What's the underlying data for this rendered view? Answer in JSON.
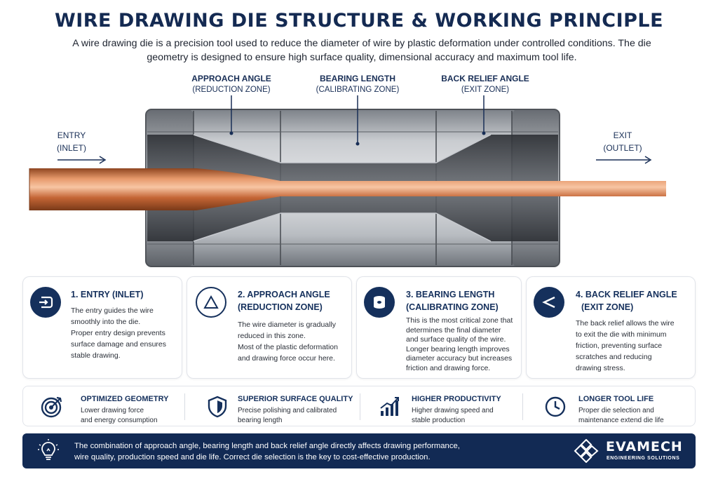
{
  "title": "WIRE DRAWING DIE STRUCTURE & WORKING PRINCIPLE",
  "subtitle": "A wire drawing die is a precision tool used to reduce the diameter of wire by plastic deformation under controlled conditions. The die geometry is designed to ensure high surface quality, dimensional accuracy and maximum tool life.",
  "zones": [
    {
      "label": "APPROACH ANGLE",
      "sub": "(REDUCTION ZONE)"
    },
    {
      "label": "BEARING LENGTH",
      "sub": "(CALIBRATING ZONE)"
    },
    {
      "label": "BACK RELIEF ANGLE",
      "sub": "(EXIT ZONE)"
    }
  ],
  "entry": {
    "label": "ENTRY",
    "sub": "(INLET)"
  },
  "exit": {
    "label": "EXIT",
    "sub": "(OUTLET)"
  },
  "cards": [
    {
      "icon": "entry-icon",
      "title1": "1. ENTRY (INLET)",
      "title2": "",
      "text": [
        "The entry guides the wire",
        "smoothly into the die.",
        "Proper entry design prevents",
        "surface damage and ensures",
        "stable drawing."
      ]
    },
    {
      "icon": "triangle-icon",
      "title1": "2. APPROACH ANGLE",
      "title2": "(REDUCTION ZONE)",
      "text": [
        "The wire diameter is gradually",
        "reduced in this zone.",
        "Most of the plastic deformation",
        "and drawing force occur here."
      ]
    },
    {
      "icon": "cylinder-icon",
      "title1": "3. BEARING LENGTH",
      "title2": "(CALIBRATING ZONE)",
      "text": [
        "This is the most critical zone that",
        "determines the final diameter",
        "and surface quality of the wire.",
        "Longer bearing length improves",
        "diameter accuracy but increases",
        "friction and drawing force."
      ]
    },
    {
      "icon": "angle-icon",
      "title1": "4. BACK RELIEF ANGLE",
      "title2": "(EXIT ZONE)",
      "text": [
        "The back relief allows the wire",
        "to exit the die with minimum",
        "friction, preventing surface",
        "scratches and reducing",
        "drawing stress."
      ]
    }
  ],
  "features": [
    {
      "icon": "target-icon",
      "title": "OPTIMIZED GEOMETRY",
      "text": [
        "Lower drawing force",
        "and energy consumption"
      ]
    },
    {
      "icon": "shield-icon",
      "title": "SUPERIOR SURFACE QUALITY",
      "text": [
        "Precise polishing and calibrated",
        "bearing length"
      ]
    },
    {
      "icon": "growth-chart-icon",
      "title": "HIGHER PRODUCTIVITY",
      "text": [
        "Higher drawing speed and",
        "stable production"
      ]
    },
    {
      "icon": "clock-icon",
      "title": "LONGER TOOL LIFE",
      "text": [
        "Proper die selection and",
        "maintenance extend die life"
      ]
    }
  ],
  "footer": {
    "lines": [
      "The combination of approach angle, bearing length and back relief angle directly affects drawing performance,",
      "wire quality, production speed and die life. Correct die selection is the key to cost-effective production."
    ],
    "brand": "EVAMECH",
    "tagline": "ENGINEERING SOLUTIONS"
  },
  "colors": {
    "navy": "#15305c",
    "copper": "#c96a3a",
    "steel": "#a9adb3"
  }
}
